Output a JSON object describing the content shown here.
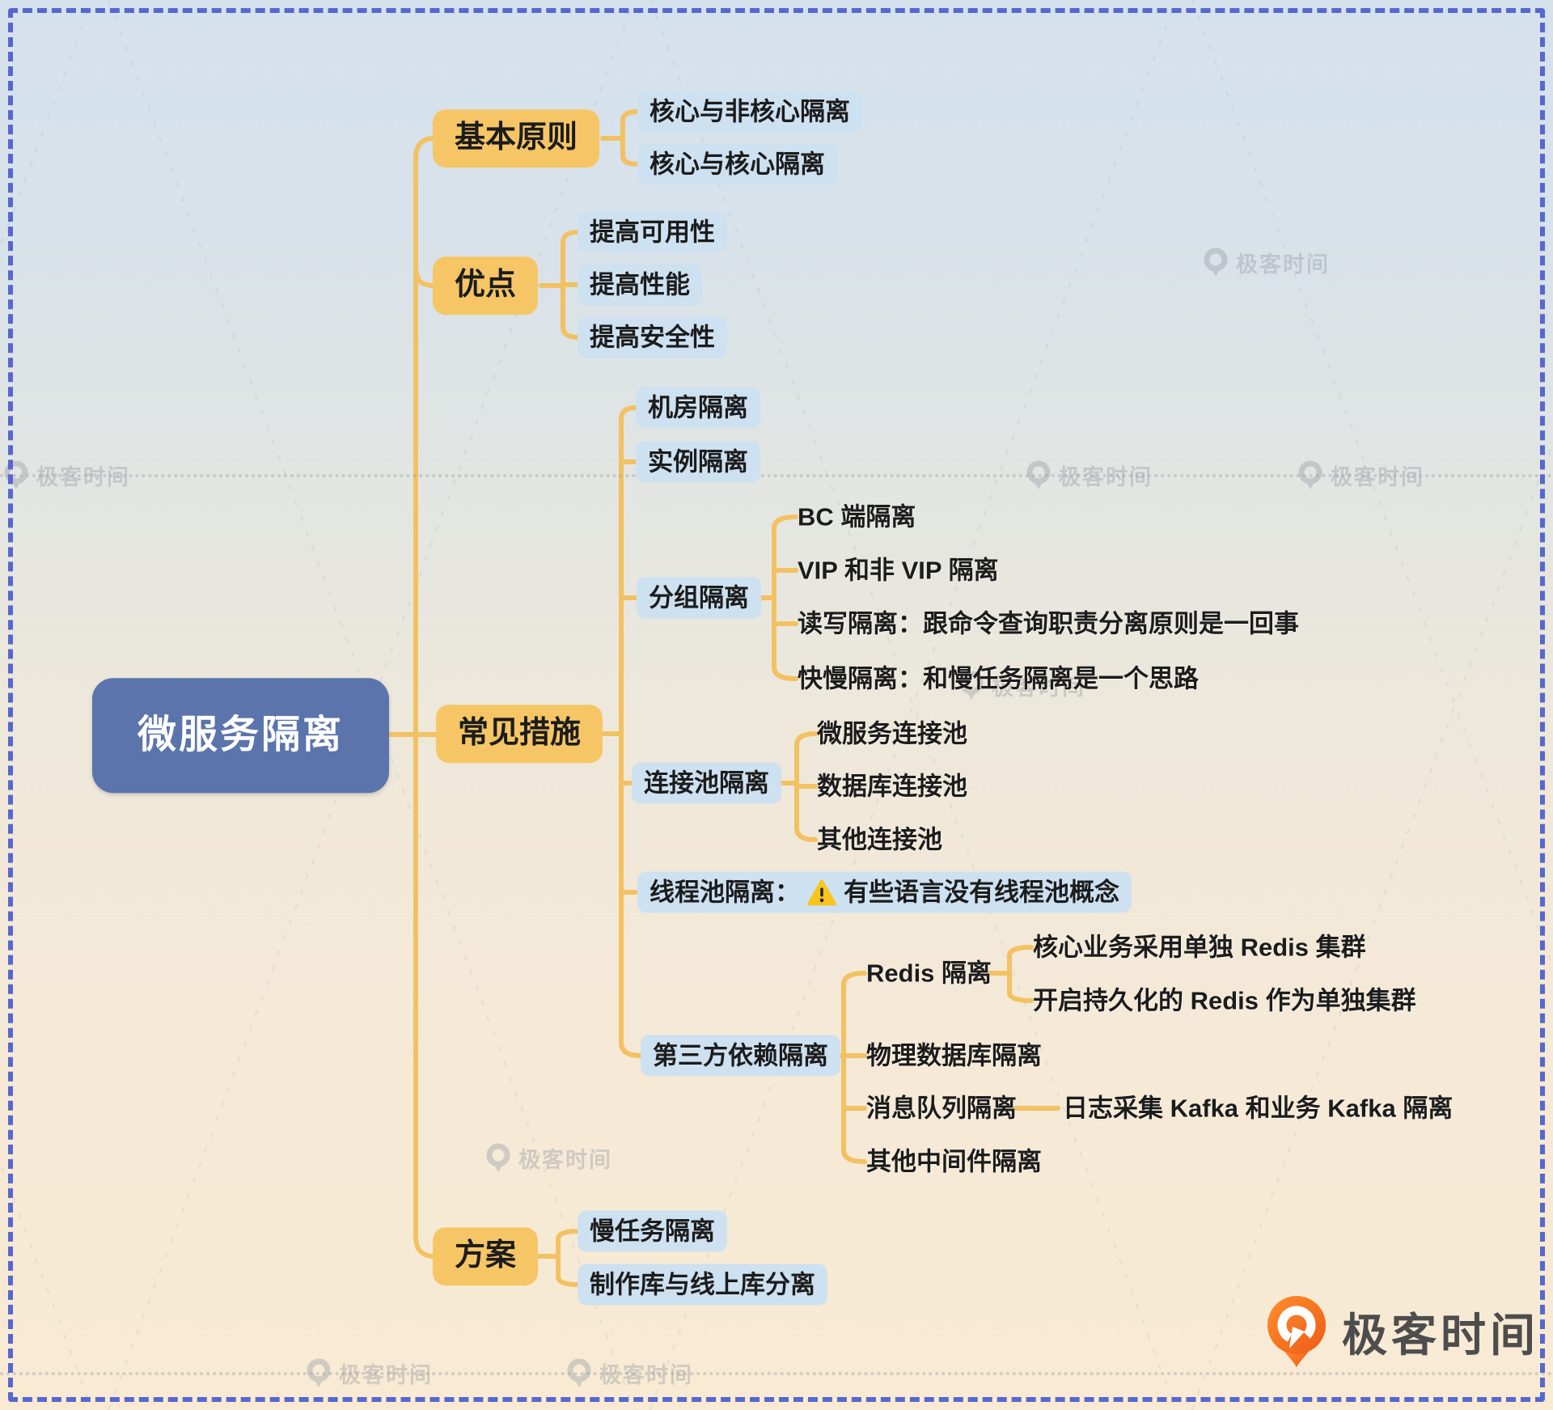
{
  "mindmap": {
    "root": {
      "label": "微服务隔离"
    },
    "branches": [
      {
        "label": "基本原则",
        "children": [
          {
            "label": "核心与非核心隔离"
          },
          {
            "label": "核心与核心隔离"
          }
        ]
      },
      {
        "label": "优点",
        "children": [
          {
            "label": "提高可用性"
          },
          {
            "label": "提高性能"
          },
          {
            "label": "提高安全性"
          }
        ]
      },
      {
        "label": "常见措施",
        "children": [
          {
            "label": "机房隔离"
          },
          {
            "label": "实例隔离"
          },
          {
            "label": "分组隔离",
            "children": [
              {
                "label": "BC 端隔离"
              },
              {
                "label": "VIP 和非 VIP 隔离"
              },
              {
                "label": "读写隔离：跟命令查询职责分离原则是一回事"
              },
              {
                "label": "快慢隔离：和慢任务隔离是一个思路"
              }
            ]
          },
          {
            "label": "连接池隔离",
            "children": [
              {
                "label": "微服务连接池"
              },
              {
                "label": "数据库连接池"
              },
              {
                "label": "其他连接池"
              }
            ]
          },
          {
            "label_prefix": "线程池隔离：",
            "warning_icon": "warning-triangle",
            "label_suffix": "有些语言没有线程池概念"
          },
          {
            "label": "第三方依赖隔离",
            "children": [
              {
                "label": "Redis 隔离",
                "children": [
                  {
                    "label": "核心业务采用单独 Redis 集群"
                  },
                  {
                    "label": "开启持久化的 Redis 作为单独集群"
                  }
                ]
              },
              {
                "label": "物理数据库隔离"
              },
              {
                "label": "消息队列隔离",
                "children": [
                  {
                    "label": "日志采集 Kafka 和业务 Kafka 隔离"
                  }
                ]
              },
              {
                "label": "其他中间件隔离"
              }
            ]
          }
        ]
      },
      {
        "label": "方案",
        "children": [
          {
            "label": "慢任务隔离"
          },
          {
            "label": "制作库与线上库分离"
          }
        ]
      }
    ]
  },
  "watermark": {
    "label": "极客时间"
  },
  "brand": {
    "label": "极客时间"
  },
  "icons": {
    "warning": "warning-triangle",
    "brand_logo": "geektime-logo"
  },
  "colors": {
    "root_fill": "#5b74ab",
    "root_text": "#ffffff",
    "branch_fill": "#f6c666",
    "leaf_fill": "#cde1f1",
    "connector": "#f2c162",
    "frame_dash": "#5767cf",
    "text": "#1c1c1c",
    "brand_orange": "#f26a1e",
    "bg_top": "#d5e1ec",
    "bg_bottom": "#f8ead3"
  }
}
